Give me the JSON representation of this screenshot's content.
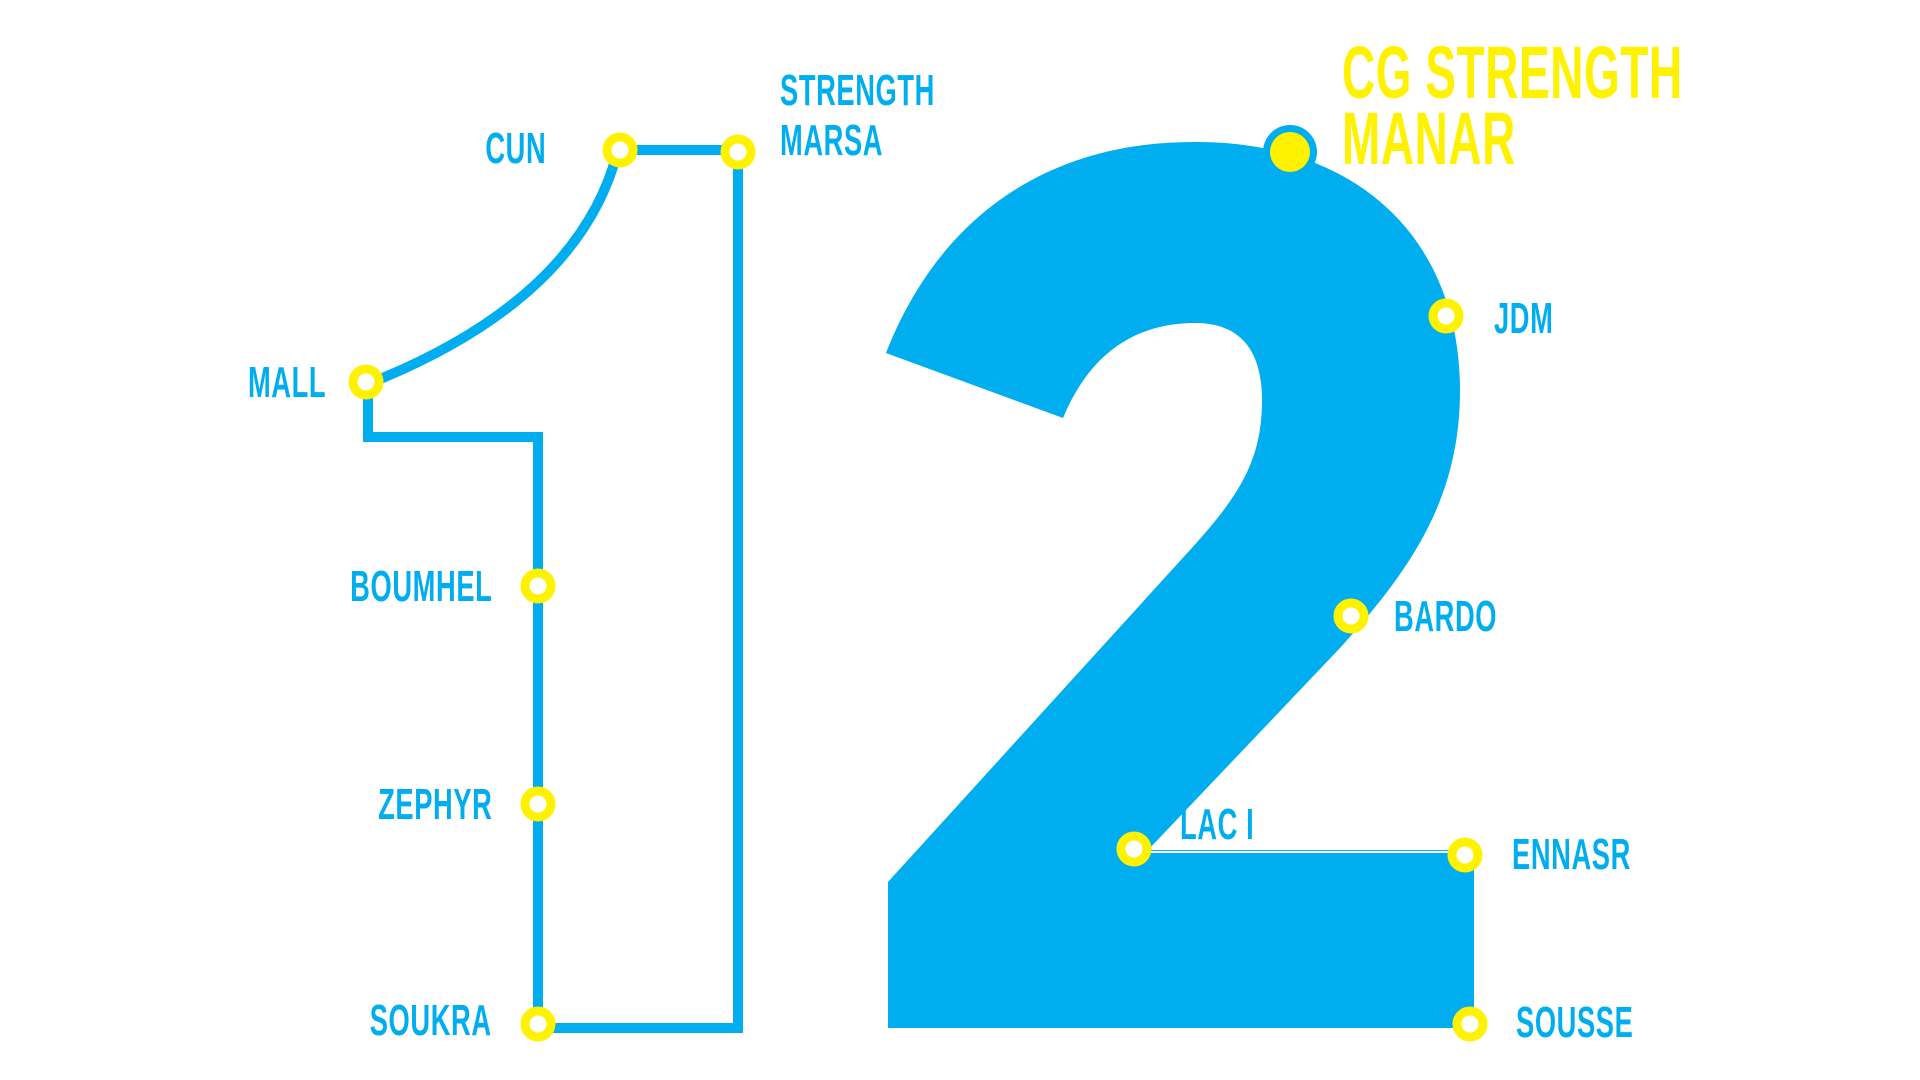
{
  "title": "12",
  "colors": {
    "line": "#00aeef",
    "station_ring": "#fff200",
    "station_fill": "#ffffff",
    "highlight": "#fff200",
    "background": "#ffffff"
  },
  "line_1": {
    "digit": "1",
    "stations": [
      {
        "id": "strength-marsa",
        "name_line1": "STRENGTH",
        "name_line2": "MARSA"
      },
      {
        "id": "cun",
        "name_line1": "CUN"
      },
      {
        "id": "mall",
        "name_line1": "MALL"
      },
      {
        "id": "boumhel",
        "name_line1": "BOUMHEL"
      },
      {
        "id": "zephyr",
        "name_line1": "ZEPHYR"
      },
      {
        "id": "soukra",
        "name_line1": "SOUKRA"
      }
    ]
  },
  "line_2": {
    "digit": "2",
    "stations": [
      {
        "id": "cg-strength-manar",
        "name_line1": "CG STRENGTH",
        "name_line2": "MANAR",
        "highlight": true
      },
      {
        "id": "jdm",
        "name_line1": "JDM"
      },
      {
        "id": "bardo",
        "name_line1": "BARDO"
      },
      {
        "id": "lac-i",
        "name_line1": "LAC I"
      },
      {
        "id": "ennasr",
        "name_line1": "ENNASR"
      },
      {
        "id": "sousse",
        "name_line1": "SOUSSE"
      }
    ]
  }
}
